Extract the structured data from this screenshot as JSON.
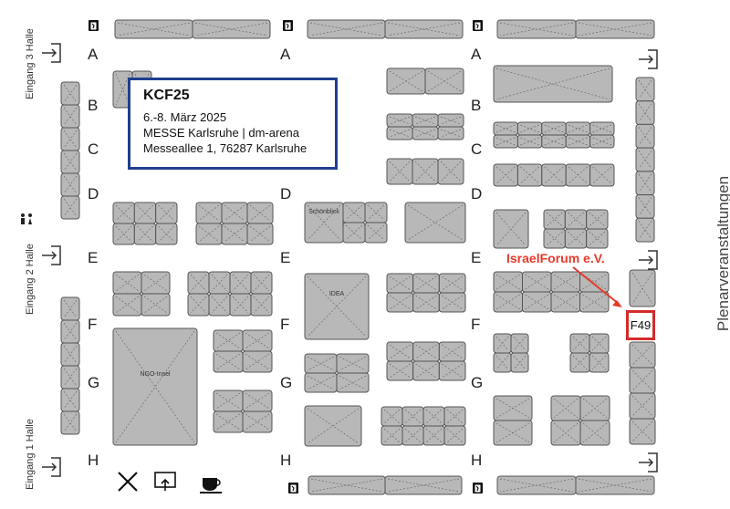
{
  "event": {
    "title": "KCF25",
    "dates": "6.-8. März 2025",
    "venue": "MESSE Karlsruhe | dm-arena",
    "address": "Messeallee 1, 76287 Karlsruhe"
  },
  "entrances": {
    "hall3": "Eingang 3 Halle",
    "hall2": "Eingang 2 Halle",
    "hall1": "Eingang 1 Halle"
  },
  "plenary_label": "Plenarveranstaltungen",
  "highlight": {
    "exhibitor": "IsraelForum e.V.",
    "booth": "F49",
    "color": "#e8392b"
  },
  "booth_labels": {
    "schoenblick": "Schönblick",
    "idea": "IDEA",
    "ngo": "NGO-Insel"
  },
  "row_letters": [
    "A",
    "B",
    "C",
    "D",
    "E",
    "F",
    "G",
    "H"
  ],
  "icons": [
    "emergency-exit-icon",
    "entrance-arrow-icon",
    "restroom-icon",
    "restaurant-icon",
    "presentation-icon",
    "coffee-icon"
  ],
  "colors": {
    "booth_fill": "#b8b8b8",
    "booth_stroke": "#555555",
    "info_border": "#1f3f8f"
  }
}
